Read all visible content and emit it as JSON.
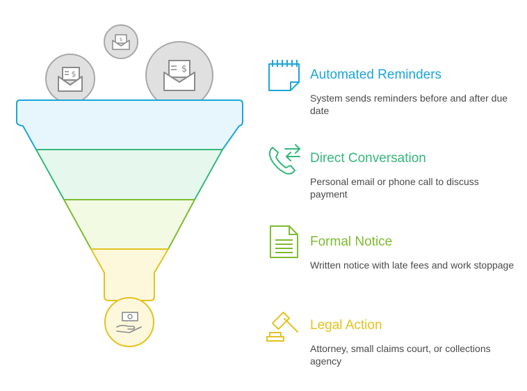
{
  "stages": [
    {
      "title": "Automated Reminders",
      "description": "System sends reminders before and after due date",
      "color": "#1ba5d8",
      "fill": "#e6f6fc",
      "icon": "calendar-icon"
    },
    {
      "title": "Direct Conversation",
      "description": "Personal email or phone call to discuss payment",
      "color": "#33b87a",
      "fill": "#e6f7ee",
      "icon": "phone-transfer-icon"
    },
    {
      "title": "Formal Notice",
      "description": "Written notice with late fees and work stoppage",
      "color": "#7fba2f",
      "fill": "#f2fae3",
      "icon": "document-icon"
    },
    {
      "title": "Legal Action",
      "description": "Attorney, small claims court, or collections agency",
      "color": "#e3c21e",
      "fill": "#fdf8dc",
      "icon": "gavel-icon"
    }
  ],
  "top_icons": [
    "invoice-envelope-icon",
    "invoice-envelope-icon",
    "invoice-envelope-icon"
  ],
  "bottom_icon": "money-hand-icon"
}
